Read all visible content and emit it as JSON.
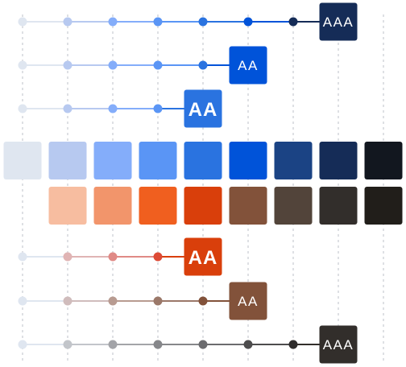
{
  "palette": {
    "blue": [
      "#dfe6f0",
      "#b7c9f0",
      "#84adfa",
      "#5a95f5",
      "#2a73e0",
      "#0053d9",
      "#1b4384",
      "#152c57",
      "#12171f"
    ],
    "orange": [
      "#f7bda0",
      "#f2956b",
      "#f05f1f",
      "#d93f0b",
      "#82523a",
      "#52443a",
      "#322e2b",
      "#211e1a"
    ]
  },
  "rows": [
    {
      "badge": "AAA",
      "badge_style": "small",
      "badge_color": "#152c57",
      "dot_colors": [
        "#dfe6f0",
        "#b7c9f0",
        "#84adfa",
        "#5a95f5",
        "#2a73e0",
        "#0053d9",
        "#152c57"
      ],
      "line_colors": [
        "#dfe6f0",
        "#b7c9f0",
        "#84adfa",
        "#5a95f5",
        "#2a73e0",
        "#0053d9",
        "#152c57"
      ]
    },
    {
      "badge": "AA",
      "badge_style": "small",
      "badge_color": "#0053d9",
      "dot_colors": [
        "#dfe6f0",
        "#b7c9f0",
        "#84adfa",
        "#5a95f5",
        "#2a73e0"
      ],
      "line_colors": [
        "#dfe6f0",
        "#b7c9f0",
        "#84adfa",
        "#5a95f5",
        "#0053d9"
      ]
    },
    {
      "badge": "AA",
      "badge_style": "large",
      "badge_color": "#2a73e0",
      "dot_colors": [
        "#dfe6f0",
        "#b7c9f0",
        "#84adfa",
        "#5a95f5"
      ],
      "line_colors": [
        "#dfe6f0",
        "#b7c9f0",
        "#84adfa",
        "#2a73e0"
      ]
    },
    {
      "badge": "AA",
      "badge_style": "large",
      "badge_color": "#d93f0b",
      "dot_colors": [
        "#dfe6f0",
        "#e0b4b4",
        "#e08a86",
        "#dd4a35"
      ],
      "line_colors": [
        "#dfe6f0",
        "#e0b4b4",
        "#e08a86",
        "#d93f0b"
      ]
    },
    {
      "badge": "AA",
      "badge_style": "small",
      "badge_color": "#82523a",
      "dot_colors": [
        "#dfe6f0",
        "#d0bcbc",
        "#b89b91",
        "#9b7869",
        "#82523a"
      ],
      "line_colors": [
        "#dfe6f0",
        "#d0bcbc",
        "#b89b91",
        "#9b7869",
        "#82523a"
      ]
    },
    {
      "badge": "AAA",
      "badge_style": "small",
      "badge_color": "#322e2b",
      "dot_colors": [
        "#dfe6f0",
        "#c2c5ca",
        "#a3a4a8",
        "#86878a",
        "#6b6b6e",
        "#4d4c4d",
        "#2e2c2b"
      ],
      "line_colors": [
        "#dfe6f0",
        "#c2c5ca",
        "#a3a4a8",
        "#86878a",
        "#6b6b6e",
        "#4d4c4d",
        "#322e2b"
      ]
    }
  ]
}
